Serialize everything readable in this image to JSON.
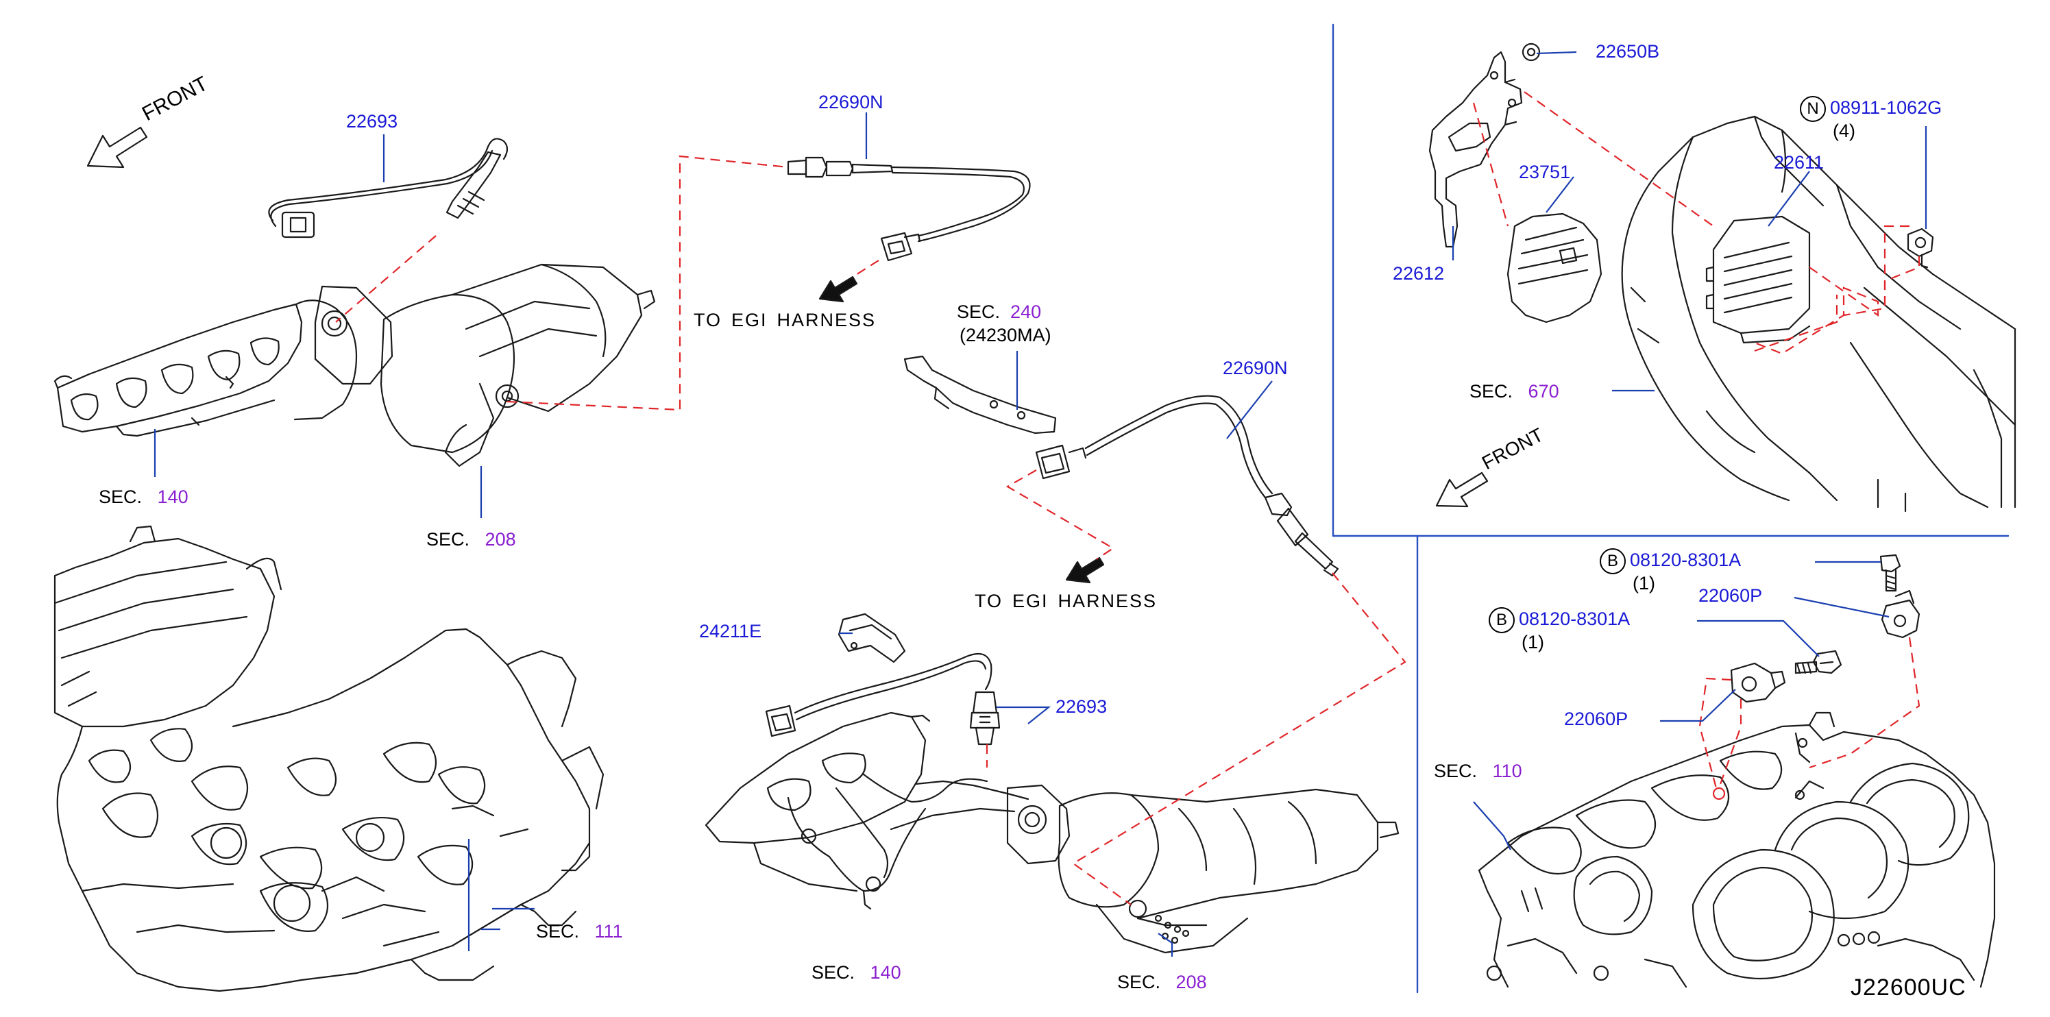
{
  "labels": {
    "p_22693_top": "22693",
    "p_22690N_top": "22690N",
    "p_22690N_mid": "22690N",
    "p_22693_bottom": "22693",
    "p_24211E": "24211E",
    "p_22650B": "22650B",
    "p_22611": "22611",
    "p_23751": "23751",
    "p_22612": "22612",
    "p_08911": "08911-1062G",
    "q_08911": "(4)",
    "p_08120_a": "08120-8301A",
    "q_08120_a": "(1)",
    "p_08120_b": "08120-8301A",
    "q_08120_b": "(1)",
    "p_22060P_a": "22060P",
    "p_22060P_b": "22060P",
    "sec_word": "SEC.",
    "sec_140_a": "140",
    "sec_208_a": "208",
    "sec_240": "240",
    "sec_240_sub": "(24230MA)",
    "sec_111": "111",
    "sec_140_b": "140",
    "sec_208_b": "208",
    "sec_670": "670",
    "sec_110": "110",
    "harness_to": "TO",
    "harness_egi": "EGI",
    "harness_word": "HARNESS",
    "front": "FRONT",
    "circle_n": "N",
    "circle_b": "B",
    "diagram_code": "J22600UC"
  },
  "colors": {
    "part_number": "#1a1ad6",
    "section_number": "#8a1fd0",
    "leader_line": "#1a3fb0",
    "dashed_line": "#e0262a",
    "frame_line": "#2a4fc0",
    "drawing": "#1a1a1a"
  },
  "icons": [
    "front-arrow-icon",
    "harness-arrow-icon",
    "circle-n-icon",
    "circle-b-icon"
  ]
}
